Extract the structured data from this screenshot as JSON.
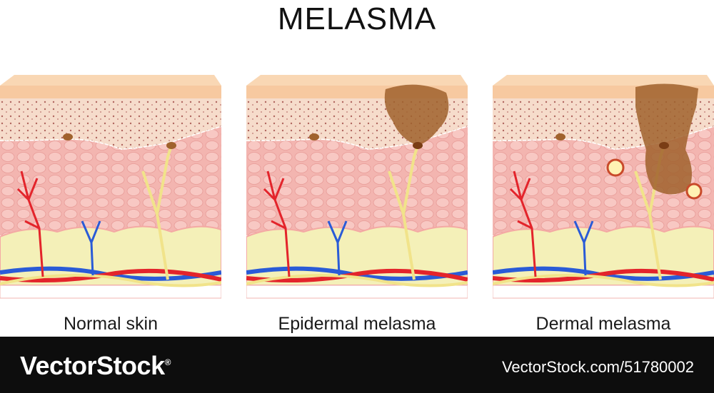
{
  "title": "MELASMA",
  "panels": [
    {
      "caption": "Normal skin"
    },
    {
      "caption": "Epidermal melasma"
    },
    {
      "caption": "Dermal melasma"
    }
  ],
  "footer": {
    "brand": "VectorStock",
    "brand_mark": "®",
    "image_id": "VectorStock.com/51780002"
  },
  "colors": {
    "stratum_corneum": "#f7c9a0",
    "epidermis": "#f6dccb",
    "dermis": "#f3b5b0",
    "subcutis": "#f4f0b8",
    "artery": "#e3242b",
    "vein": "#2a5bd7",
    "nerve": "#f1e38a",
    "melanin": "#a0622d"
  }
}
